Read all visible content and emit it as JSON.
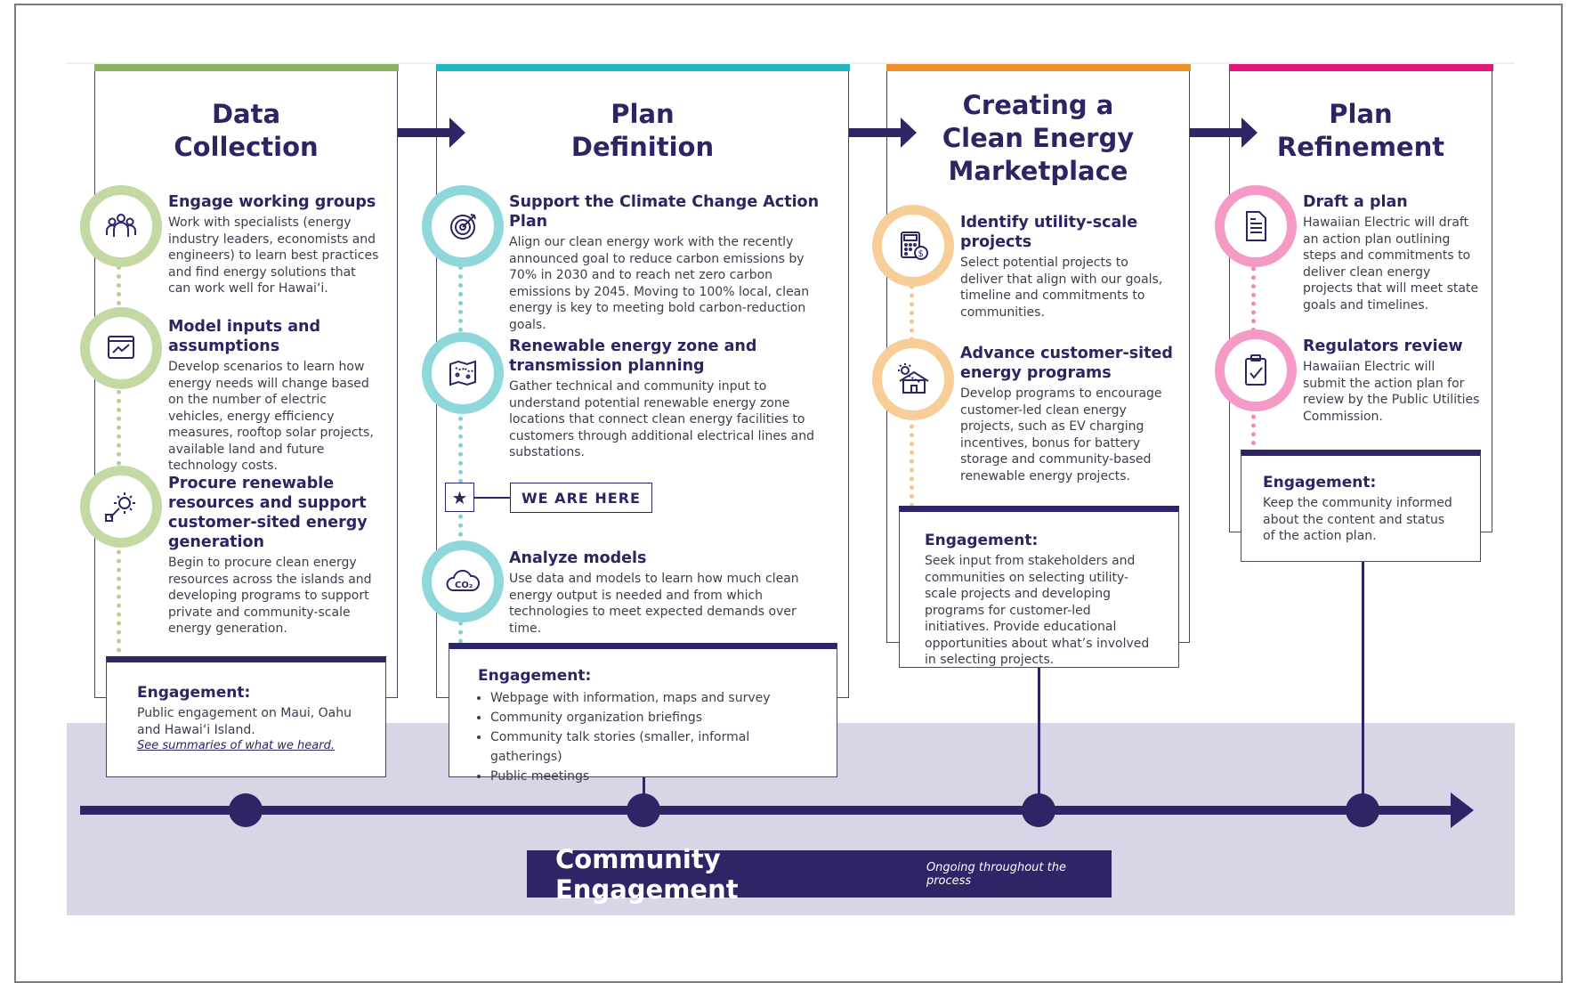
{
  "colors": {
    "green": "#8db25f",
    "teal": "#22b6c0",
    "orange": "#ec8f2a",
    "pink": "#e3157a",
    "navy": "#2e2567",
    "band": "#d8d6e6"
  },
  "columns": [
    {
      "title_lines": [
        "Data",
        "Collection"
      ],
      "items": [
        {
          "icon": "people-group-icon",
          "title": "Engage working groups",
          "desc": "Work with specialists (energy industry leaders, economists and engineers) to learn best practices and find energy solutions that can work well for Hawai‘i."
        },
        {
          "icon": "chart-monitor-icon",
          "title": "Model inputs and assumptions",
          "desc": "Develop scenarios to learn how energy needs will change based on the number of electric vehicles, energy efficiency measures, rooftop solar projects, available land and future technology costs."
        },
        {
          "icon": "sun-plug-icon",
          "title": "Procure renewable resources and support customer-sited energy generation",
          "desc": "Begin to procure clean energy resources across the islands and developing programs to support private and community-scale energy generation."
        }
      ],
      "engagement": {
        "title": "Engagement:",
        "desc": "Public engagement on Maui, Oahu and Hawai‘i Island.",
        "link": "See summaries of what we heard."
      }
    },
    {
      "title_lines": [
        "Plan",
        "Definition"
      ],
      "items": [
        {
          "icon": "target-icon",
          "title": "Support the Climate Change Action Plan",
          "desc": "Align our clean energy work with the recently announced goal to reduce carbon emissions by 70% in 2030 and to reach net zero carbon emissions by 2045. Moving to 100% local, clean energy is key to meeting bold carbon-reduction goals."
        },
        {
          "icon": "map-icon",
          "title": "Renewable energy zone and transmission planning",
          "desc": "Gather technical and community input to understand potential renewable energy zone locations that connect clean energy facilities to customers through additional electrical lines and substations."
        },
        {
          "icon": "co2-cloud-icon",
          "title": "Analyze models",
          "desc": "Use data and models to learn how much clean energy output is needed and from which technologies to meet expected demands over time."
        }
      ],
      "marker": "WE ARE HERE",
      "engagement": {
        "title": "Engagement:",
        "bullets": [
          "Webpage with information, maps and survey",
          "Community organization briefings",
          "Community talk stories (smaller, informal gatherings)",
          "Public meetings"
        ]
      }
    },
    {
      "title_lines": [
        "Creating a",
        "Clean Energy",
        "Marketplace"
      ],
      "items": [
        {
          "icon": "calculator-dollar-icon",
          "title": "Identify utility-scale projects",
          "desc": "Select potential projects to deliver that align with our goals, timeline and commitments to communities."
        },
        {
          "icon": "solar-house-icon",
          "title": "Advance customer-sited energy programs",
          "desc": "Develop programs to encourage customer-led clean energy projects, such as EV charging incentives, bonus for battery storage and community-based renewable energy projects."
        }
      ],
      "engagement": {
        "title": "Engagement:",
        "desc": "Seek input from stakeholders and communities on selecting utility-scale projects and developing programs for customer-led initiatives. Provide educational opportunities about what’s involved in selecting projects."
      }
    },
    {
      "title_lines": [
        "Plan",
        "Refinement"
      ],
      "items": [
        {
          "icon": "document-icon",
          "title": "Draft a plan",
          "desc": "Hawaiian Electric will draft an action plan outlining steps and commitments to deliver clean energy projects that will meet state goals and timelines."
        },
        {
          "icon": "clipboard-check-icon",
          "title": "Regulators review",
          "desc": "Hawaiian Electric will submit the action plan for review by the Public Utilities Commission."
        }
      ],
      "engagement": {
        "title": "Engagement:",
        "desc": "Keep the community informed about the content and status of the action plan."
      }
    }
  ],
  "footer": {
    "title": "Community Engagement",
    "subtitle": "Ongoing throughout the process"
  }
}
